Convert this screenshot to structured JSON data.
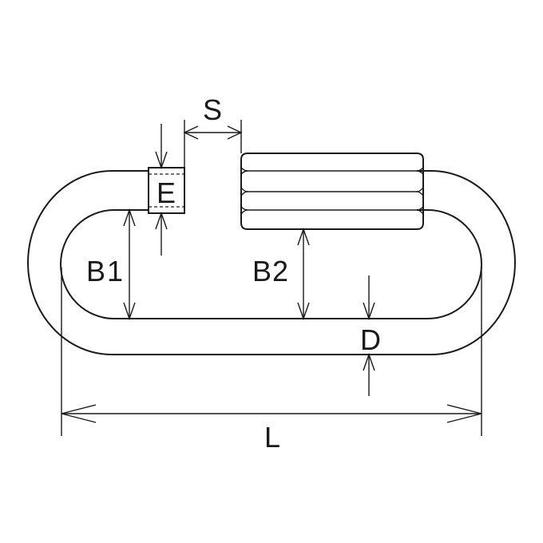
{
  "diagram": {
    "labels": {
      "s": "S",
      "e": "E",
      "b1_main": "B",
      "b1_sub": "1",
      "b2_main": "B",
      "b2_sub": "2",
      "d": "D",
      "l": "L"
    },
    "colors": {
      "line": "#1a1a1a",
      "background": "#ffffff"
    }
  }
}
